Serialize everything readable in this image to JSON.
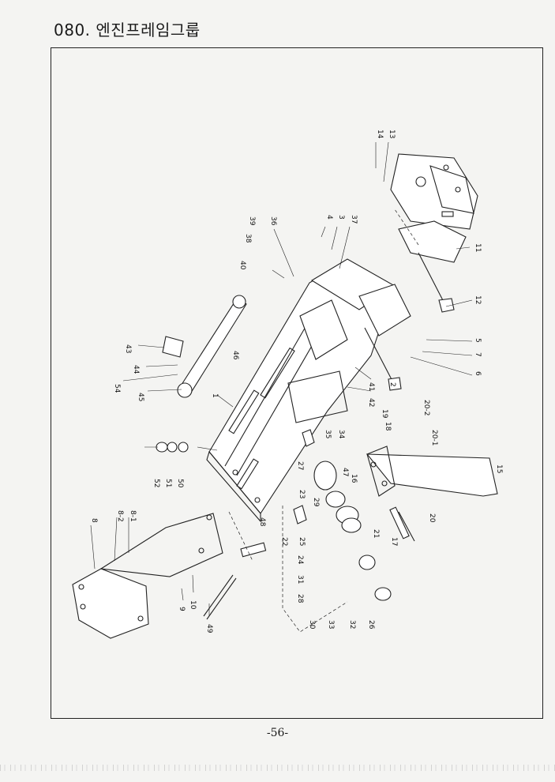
{
  "page": {
    "title": "080. 엔진프레임그룹",
    "page_number": "-56-"
  },
  "labels": [
    {
      "id": "l14",
      "text": "14"
    },
    {
      "id": "l13",
      "text": "13"
    },
    {
      "id": "l4",
      "text": "4"
    },
    {
      "id": "l3",
      "text": "3"
    },
    {
      "id": "l37",
      "text": "37"
    },
    {
      "id": "l39",
      "text": "39"
    },
    {
      "id": "l36",
      "text": "36"
    },
    {
      "id": "l38",
      "text": "38"
    },
    {
      "id": "l40",
      "text": "40"
    },
    {
      "id": "l11",
      "text": "11"
    },
    {
      "id": "l12",
      "text": "12"
    },
    {
      "id": "l5",
      "text": "5"
    },
    {
      "id": "l7",
      "text": "7"
    },
    {
      "id": "l6",
      "text": "6"
    },
    {
      "id": "l2",
      "text": "2"
    },
    {
      "id": "l43",
      "text": "43"
    },
    {
      "id": "l44",
      "text": "44"
    },
    {
      "id": "l46",
      "text": "46"
    },
    {
      "id": "l54",
      "text": "54"
    },
    {
      "id": "l45",
      "text": "45"
    },
    {
      "id": "l1",
      "text": "1"
    },
    {
      "id": "l41",
      "text": "41"
    },
    {
      "id": "l42",
      "text": "42"
    },
    {
      "id": "l19",
      "text": "19"
    },
    {
      "id": "l20-2",
      "text": "20-2"
    },
    {
      "id": "l18",
      "text": "18"
    },
    {
      "id": "l20-1",
      "text": "20-1"
    },
    {
      "id": "l34",
      "text": "34"
    },
    {
      "id": "l35",
      "text": "35"
    },
    {
      "id": "l15",
      "text": "15"
    },
    {
      "id": "l47",
      "text": "47"
    },
    {
      "id": "l16",
      "text": "16"
    },
    {
      "id": "l27",
      "text": "27"
    },
    {
      "id": "l52",
      "text": "52"
    },
    {
      "id": "l51",
      "text": "51"
    },
    {
      "id": "l50",
      "text": "50"
    },
    {
      "id": "l23",
      "text": "23"
    },
    {
      "id": "l29",
      "text": "29"
    },
    {
      "id": "l20",
      "text": "20"
    },
    {
      "id": "l21",
      "text": "21"
    },
    {
      "id": "l17",
      "text": "17"
    },
    {
      "id": "l48",
      "text": "48"
    },
    {
      "id": "l22",
      "text": "22"
    },
    {
      "id": "l25",
      "text": "25"
    },
    {
      "id": "l24",
      "text": "24"
    },
    {
      "id": "l31",
      "text": "31"
    },
    {
      "id": "l28",
      "text": "28"
    },
    {
      "id": "l30",
      "text": "30"
    },
    {
      "id": "l33",
      "text": "33"
    },
    {
      "id": "l32",
      "text": "32"
    },
    {
      "id": "l26",
      "text": "26"
    },
    {
      "id": "l8",
      "text": "8"
    },
    {
      "id": "l8-2",
      "text": "8-2"
    },
    {
      "id": "l8-1",
      "text": "8-1"
    },
    {
      "id": "l9",
      "text": "9"
    },
    {
      "id": "l10",
      "text": "10"
    },
    {
      "id": "l49",
      "text": "49"
    }
  ]
}
